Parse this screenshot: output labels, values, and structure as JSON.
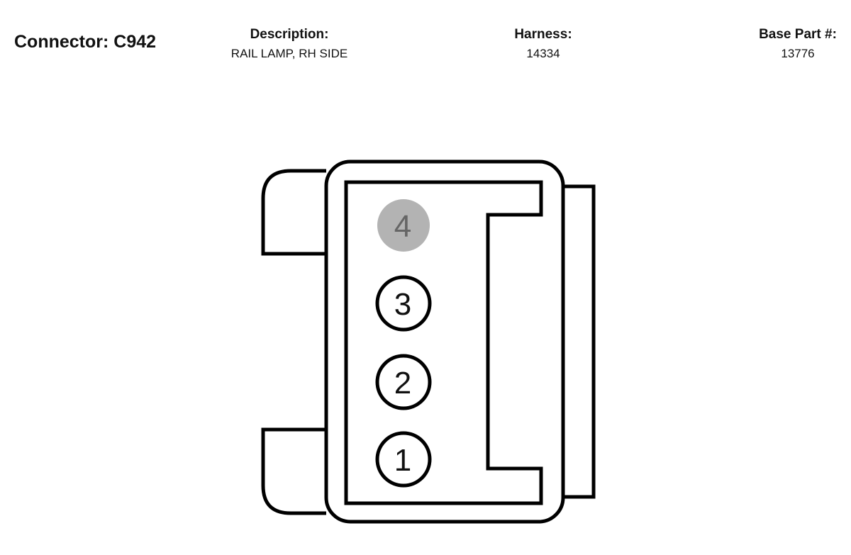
{
  "header": {
    "connector_label": "Connector:",
    "connector_id": "C942",
    "description_label": "Description:",
    "description_value": "RAIL LAMP, RH SIDE",
    "harness_label": "Harness:",
    "harness_value": "14334",
    "base_part_label": "Base Part #:",
    "base_part_value": "13776"
  },
  "pins": [
    {
      "number": "4",
      "state": "unused"
    },
    {
      "number": "3",
      "state": "used"
    },
    {
      "number": "2",
      "state": "used"
    },
    {
      "number": "1",
      "state": "used"
    }
  ],
  "colors": {
    "outline": "#000000",
    "unused_pin_fill": "#b3b3b3",
    "unused_pin_text": "#666666"
  }
}
